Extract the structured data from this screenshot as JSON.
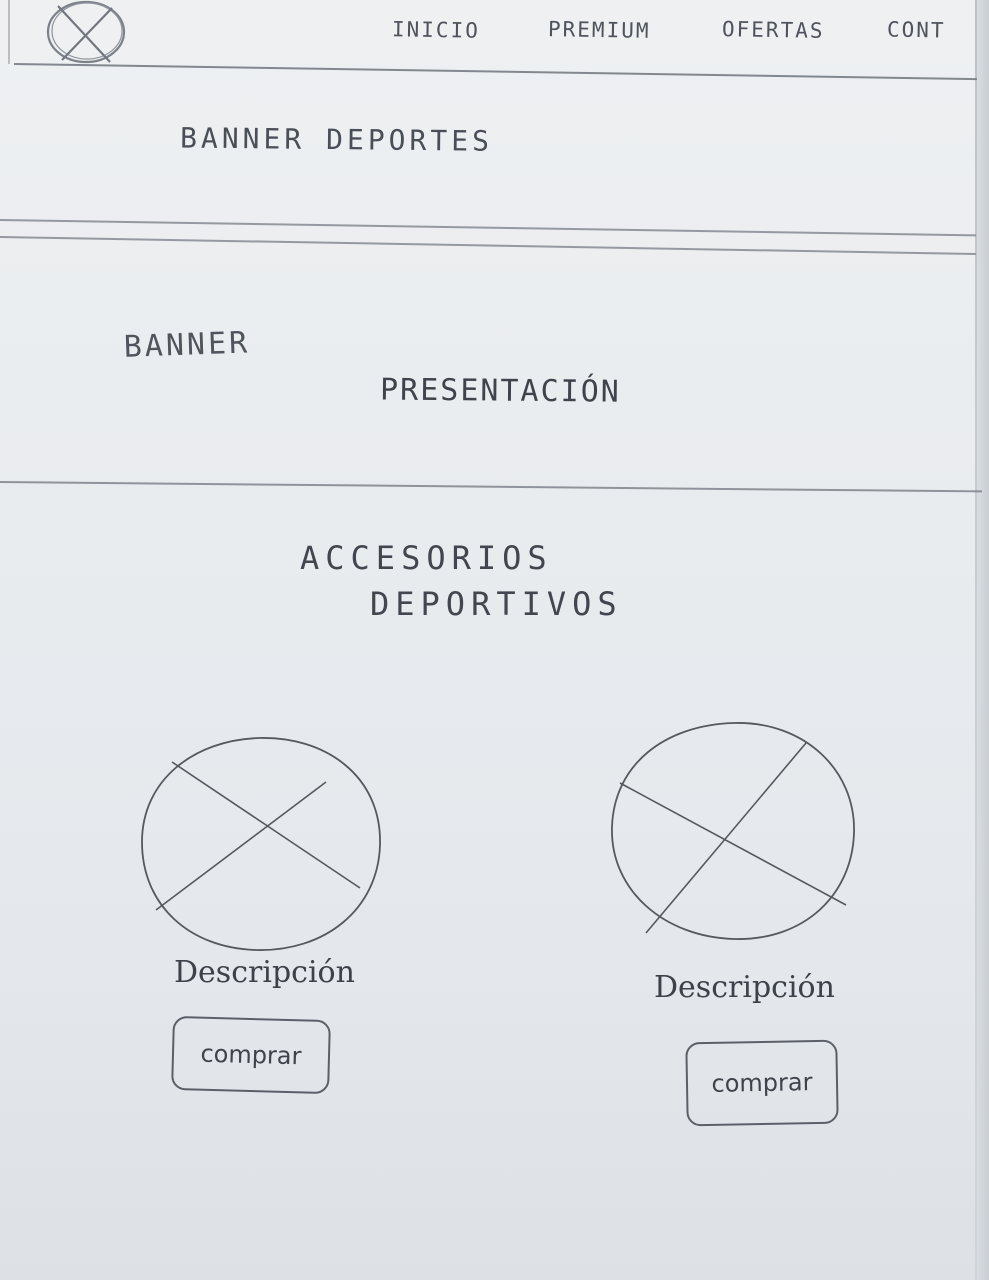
{
  "nav": {
    "items": [
      {
        "label": "INICIO"
      },
      {
        "label": "PREMIUM"
      },
      {
        "label": "OFERTAS"
      },
      {
        "label": "CONT"
      }
    ]
  },
  "banners": {
    "deportes": "BANNER DEPORTES",
    "presentacion_word": "BANNER",
    "presentacion": "PRESENTACIÓN"
  },
  "section": {
    "title_line1": "ACCESORIOS",
    "title_line2": "DEPORTIVOS"
  },
  "products": [
    {
      "description": "Descripción",
      "button_label": "comprar"
    },
    {
      "description": "Descripción",
      "button_label": "comprar"
    }
  ],
  "colors": {
    "paper": "#eceff2",
    "pencil": "#4a4f57",
    "rule": "#70757d"
  },
  "icons": {
    "logo": "logo-placeholder-icon",
    "product_image": "image-placeholder-icon"
  }
}
